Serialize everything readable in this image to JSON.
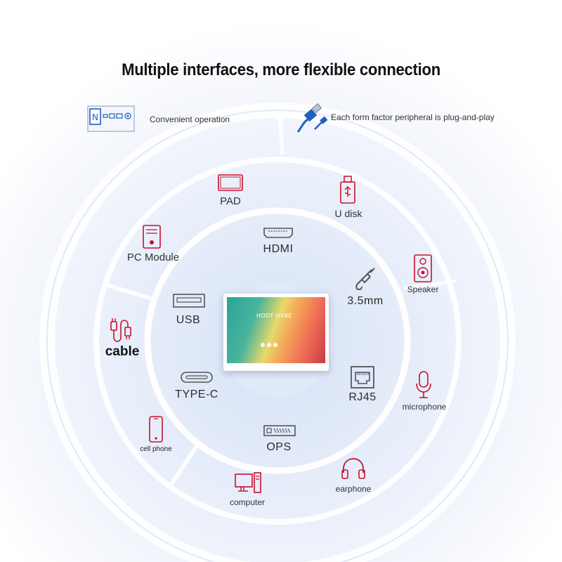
{
  "title": "Multiple interfaces, more flexible connection",
  "features": [
    {
      "icon": "nfc-port-strip-icon",
      "text": "Convenient operation"
    },
    {
      "icon": "usb-cable-plug-icon",
      "text": "Each form factor peripheral is plug-and-play"
    }
  ],
  "inner_interfaces": {
    "hdmi": "HDMI",
    "audio": "3.5mm",
    "rj45": "RJ45",
    "ops": "OPS",
    "typec": "TYPE-C",
    "usb": "USB"
  },
  "peripherals": {
    "pad": "PAD",
    "udisk": "U disk",
    "speaker": "Speaker",
    "microphone": "microphone",
    "earphone": "earphone",
    "computer": "computer",
    "cellphone": "cell phone",
    "cable": "cable",
    "pcmodule": "PC Module"
  },
  "display": {
    "brand_text": "HODT HYNE"
  },
  "colors": {
    "icon_red": "#c8102e",
    "icon_gray": "#555555",
    "accent_blue": "#1f5fbf"
  }
}
